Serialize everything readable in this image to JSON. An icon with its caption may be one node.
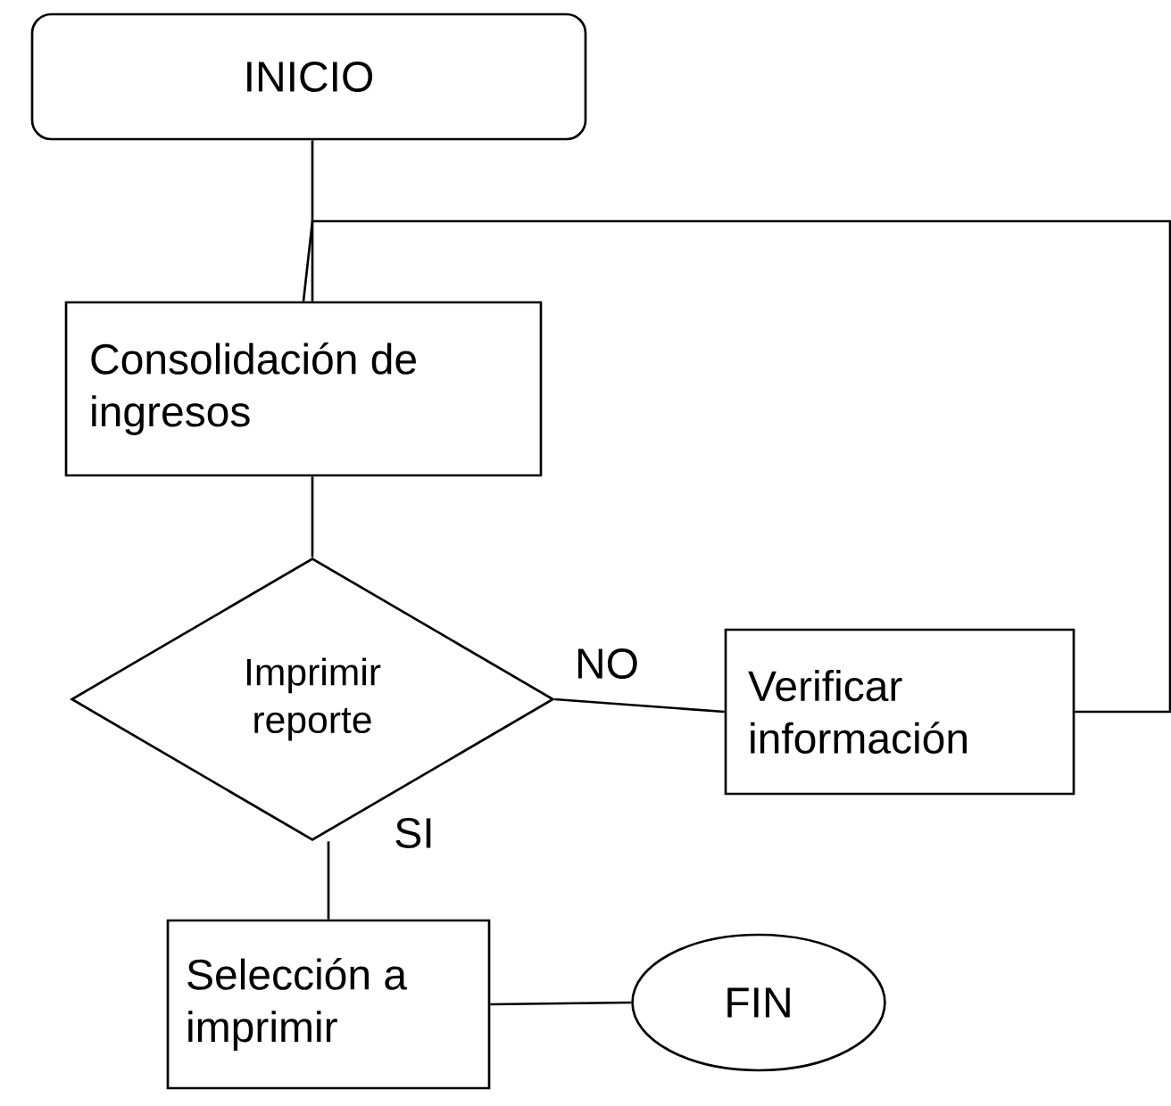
{
  "diagram": {
    "nodes": [
      {
        "text": [
          "INICIO"
        ]
      },
      {
        "text": [
          "Consolidación de ingresos"
        ]
      },
      {
        "text": [
          "Imprimir reporte"
        ]
      },
      {
        "text": [
          "Verificar información"
        ]
      },
      {
        "text": [
          "Selección a imprimir"
        ]
      },
      {
        "text": [
          "FIN"
        ]
      }
    ],
    "edges": [
      {
        "from": 0,
        "to": 1,
        "arrow": "none"
      },
      {
        "from": 1,
        "to": 2,
        "arrow": "none"
      },
      {
        "from": 2,
        "to": 3,
        "arrow": "none",
        "label": "NO"
      },
      {
        "from": 3,
        "to": 1,
        "arrow": "none"
      },
      {
        "from": 2,
        "to": 4,
        "arrow": "none",
        "label": "SI"
      },
      {
        "from": 4,
        "to": 5,
        "arrow": "none"
      }
    ]
  }
}
